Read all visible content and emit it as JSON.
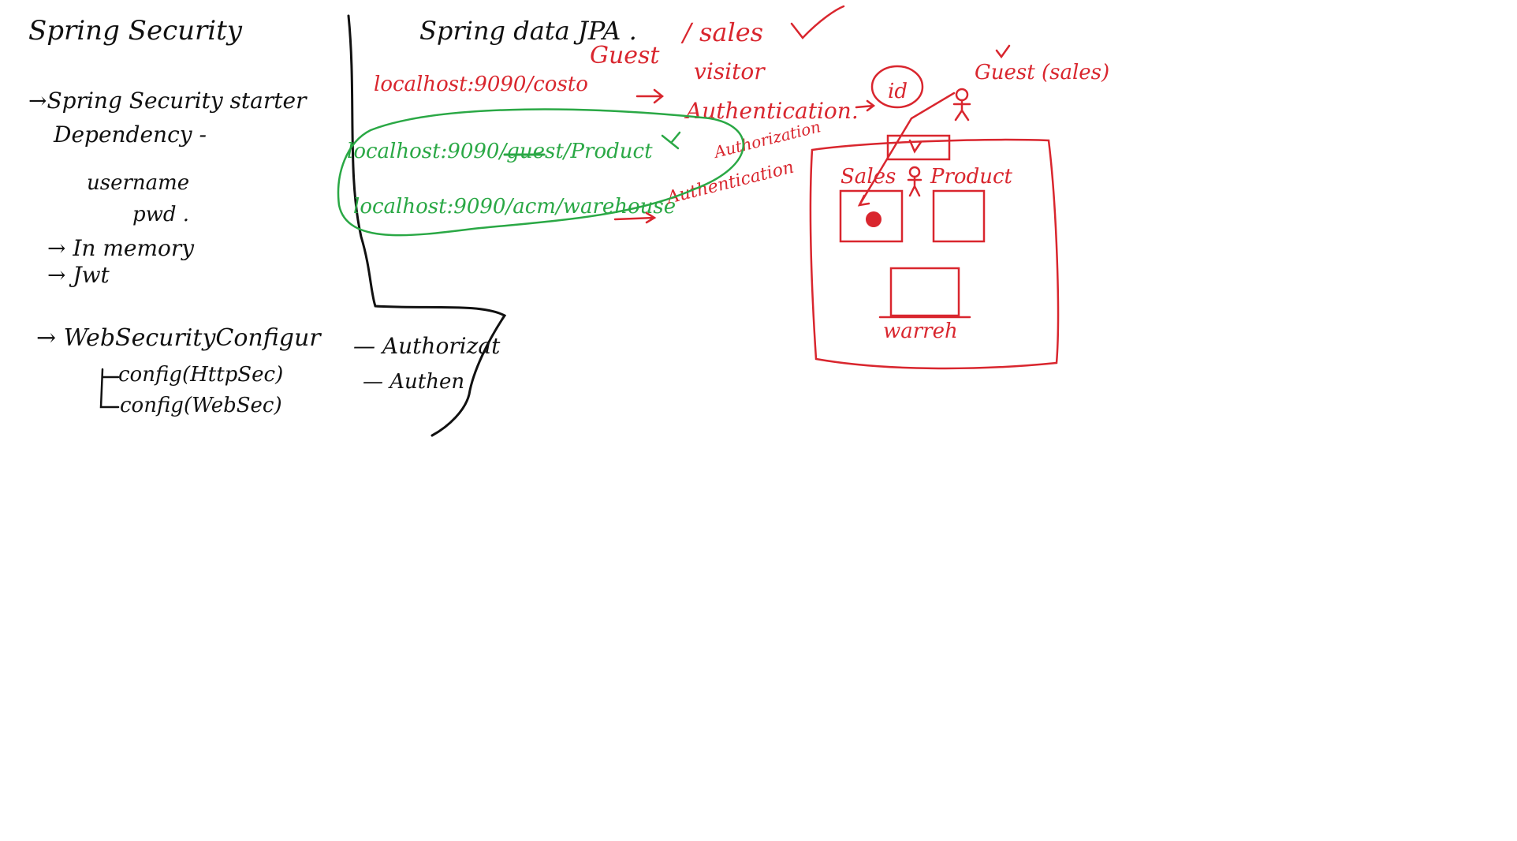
{
  "colors": {
    "black": "#111111",
    "red": "#d9262e",
    "green": "#2aa845",
    "background": "#ffffff"
  },
  "left_notes": {
    "title": "Spring Security",
    "bullet_1": "→Spring Security starter",
    "bullet_1_cont": "Dependency -",
    "sub_username": "username",
    "sub_pwd": "pwd .",
    "in_memory": "→ In memory",
    "jwt": "→ Jwt",
    "websecurity": "→ WebSecurityConfigur",
    "config_http": "config(HttpSec)",
    "config_web": "config(WebSec)",
    "authorization": "— Authorizat",
    "authentication": "— Authen"
  },
  "middle_notes": {
    "title": "Spring data JPA .",
    "guest": "Guest",
    "sales": "/ sales",
    "url_root": "localhost:9090/costo",
    "visitor": "visitor",
    "authentication_arrow": "Authentication.",
    "url_guest_product": "localhost:9090/guest/Product",
    "url_warehouse": "localhost:9090/acm/warehouse",
    "authorization": "Authorization",
    "authentication": "Authentication"
  },
  "right_diagram": {
    "id_badge": "id",
    "guest_sales": "Guest\n(sales)",
    "sales": "Sales",
    "product": "Product",
    "warehouse": "warreh"
  }
}
